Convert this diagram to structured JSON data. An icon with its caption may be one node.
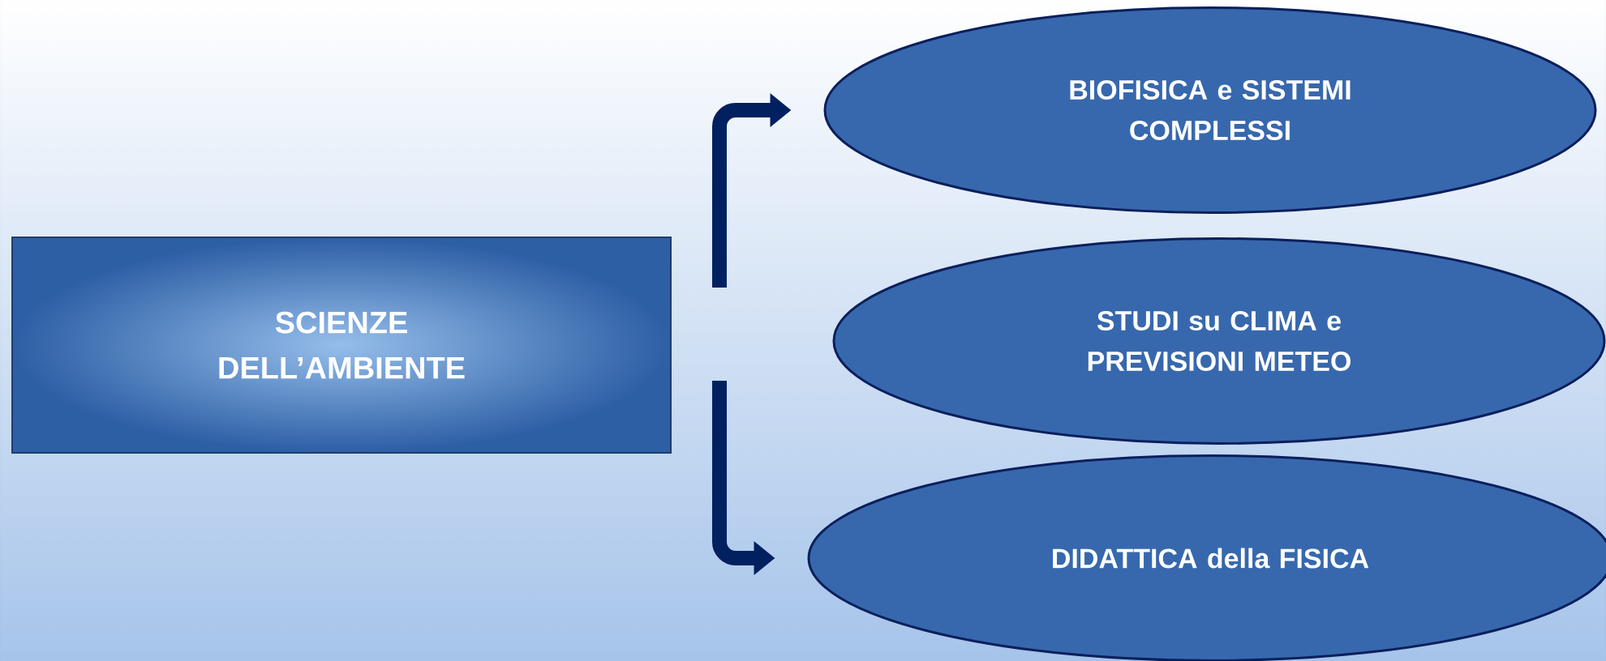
{
  "diagram": {
    "nodes": [
      {
        "text": [
          "SCIENZE DELL’AMBIENTE"
        ]
      },
      {
        "text": [
          "BIOFISICA e SISTEMI COMPLESSI"
        ]
      },
      {
        "text": [
          "STUDI su CLIMA e PREVISIONI METEO"
        ]
      },
      {
        "text": [
          "DIDATTICA della FISICA"
        ]
      }
    ],
    "edges": [
      {
        "from": 0,
        "to": 1,
        "arrow": "to"
      },
      {
        "from": 0,
        "to": 3,
        "arrow": "to"
      }
    ]
  }
}
